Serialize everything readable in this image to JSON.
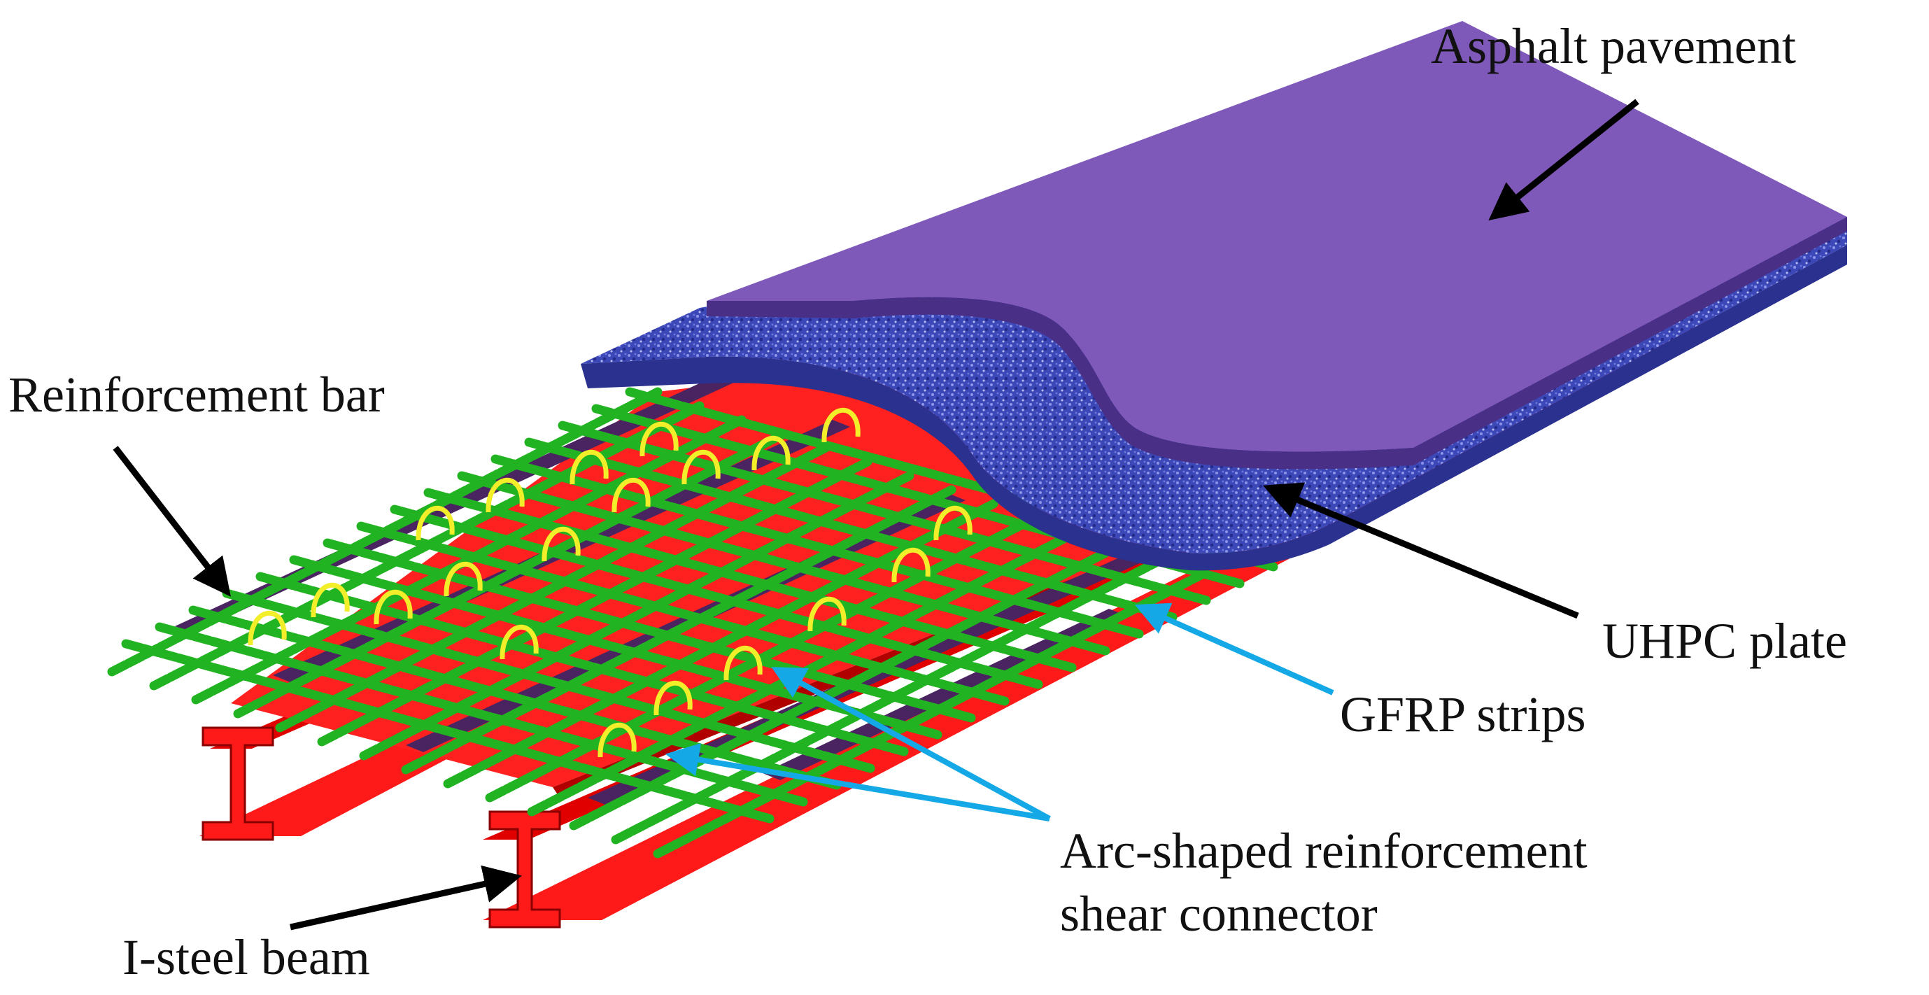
{
  "labels": {
    "asphalt_pavement": "Asphalt pavement",
    "reinforcement_bar": "Reinforcement bar",
    "uhpc_plate": "UHPC plate",
    "gfrp_strips": "GFRP strips",
    "arc_connector_line1": "Arc-shaped reinforcement",
    "arc_connector_line2": "shear connector",
    "i_steel_beam": "I-steel beam"
  },
  "colors": {
    "asphalt": "#7f59b9",
    "asphalt_edge": "#4a2f86",
    "uhpc": "#3c45b5",
    "steel": "#ff1a1a",
    "steel_shade": "#c80000",
    "rebar": "#21b321",
    "rebar_dark": "#0a6e0a",
    "gfrp": "#4a2460",
    "connector": "#f2ee2a",
    "black_arrow": "#000000",
    "blue_arrow": "#14a9e6"
  }
}
